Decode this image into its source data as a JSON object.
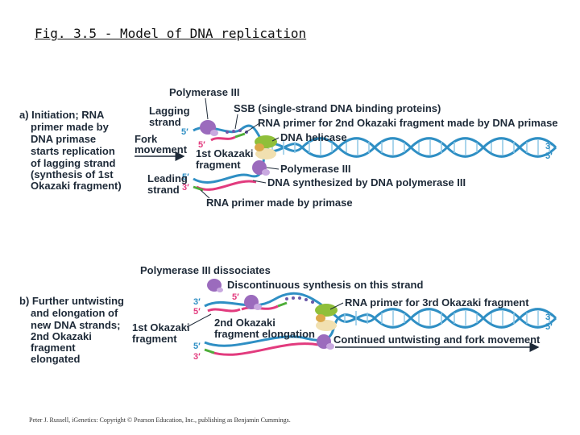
{
  "page": {
    "title": "Fig. 3.5 - Model of DNA replication",
    "credit": "Peter J. Russell, iGenetics: Copyright © Pearson Education, Inc., publishing as Benjamin Cummings."
  },
  "panel_a": {
    "step_lines": [
      "a) Initiation; RNA",
      "primer made by",
      "DNA primase",
      "starts replication",
      "of lagging strand",
      "(synthesis of 1st",
      "Okazaki fragment)"
    ],
    "polymerase_top": "Polymerase III",
    "lagging_strand": [
      "Lagging",
      "strand"
    ],
    "ssb": "SSB (single-strand DNA binding proteins)",
    "rna_primer_2nd": "RNA primer for 2nd Okazaki fragment made by DNA primase",
    "fork_movement": [
      "Fork",
      "movement"
    ],
    "dna_helicase": "DNA helicase",
    "first_okazaki": [
      "1st Okazaki",
      "fragment"
    ],
    "polymerase_mid": "Polymerase III",
    "leading_strand": [
      "Leading",
      "strand"
    ],
    "dna_synthesized": "DNA synthesized by DNA polymerase III",
    "rna_primer_primase": "RNA primer made by primase"
  },
  "panel_b": {
    "step_lines": [
      "b) Further untwisting",
      "and elongation of",
      "new DNA strands;",
      "2nd Okazaki",
      "fragment",
      "elongated"
    ],
    "polymerase_dissociates": "Polymerase III dissociates",
    "discontinuous": "Discontinuous synthesis on this strand",
    "rna_primer_3rd": "RNA primer for 3rd Okazaki fragment",
    "first_okazaki": [
      "1st Okazaki",
      "fragment"
    ],
    "second_okazaki": [
      "2nd Okazaki",
      "fragment elongation"
    ],
    "continued": "Continued untwisting and fork movement"
  },
  "ends": {
    "three_prime": "3′",
    "five_prime": "5′"
  },
  "colors": {
    "parent_strand": "#2f8fc4",
    "new_dna": "#e23b7e",
    "rna_primer": "#4fae3a",
    "polymerase": "#9b6bbd",
    "helicase": "#8fbf3a",
    "ssb": "#6a5aa8"
  }
}
